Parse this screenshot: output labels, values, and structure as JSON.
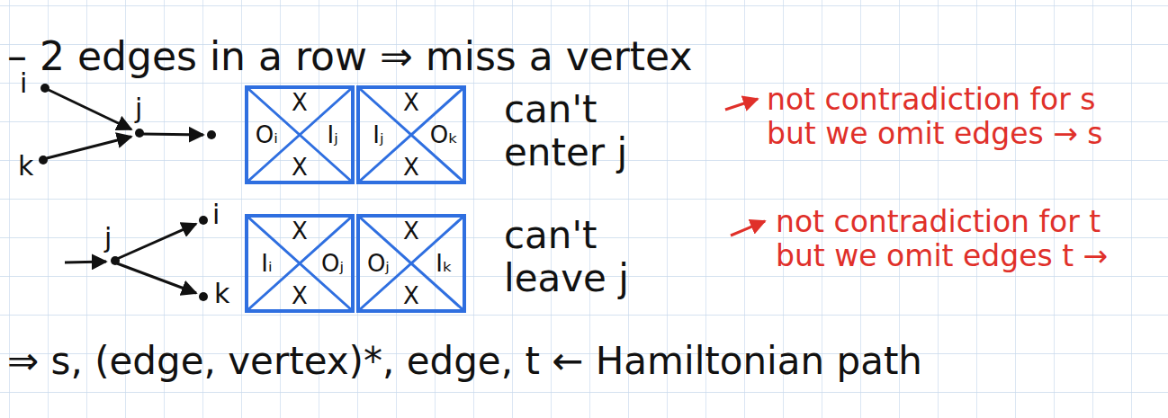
{
  "diagram": {
    "nodes": [
      {
        "text": [
          "X",
          "Oᵢ",
          "Iⱼ",
          "X"
        ]
      },
      {
        "text": [
          "X",
          "Iⱼ",
          "Oₖ",
          "X"
        ]
      },
      {
        "text": [
          "X",
          "Iᵢ",
          "Oⱼ",
          "X"
        ]
      },
      {
        "text": [
          "X",
          "Oⱼ",
          "Iₖ",
          "X"
        ]
      }
    ],
    "labels": [
      "– 2 edges in a row ⇒ miss a vertex",
      "i",
      "j",
      "k",
      "can't enter j",
      "not contradiction for s but we omit edges → s",
      "j",
      "i",
      "k",
      "can't leave j",
      "not contradiction for t but we omit edges t →",
      "⇒ s, (edge, vertex)*, edge, t ← Hamiltonian path"
    ]
  }
}
